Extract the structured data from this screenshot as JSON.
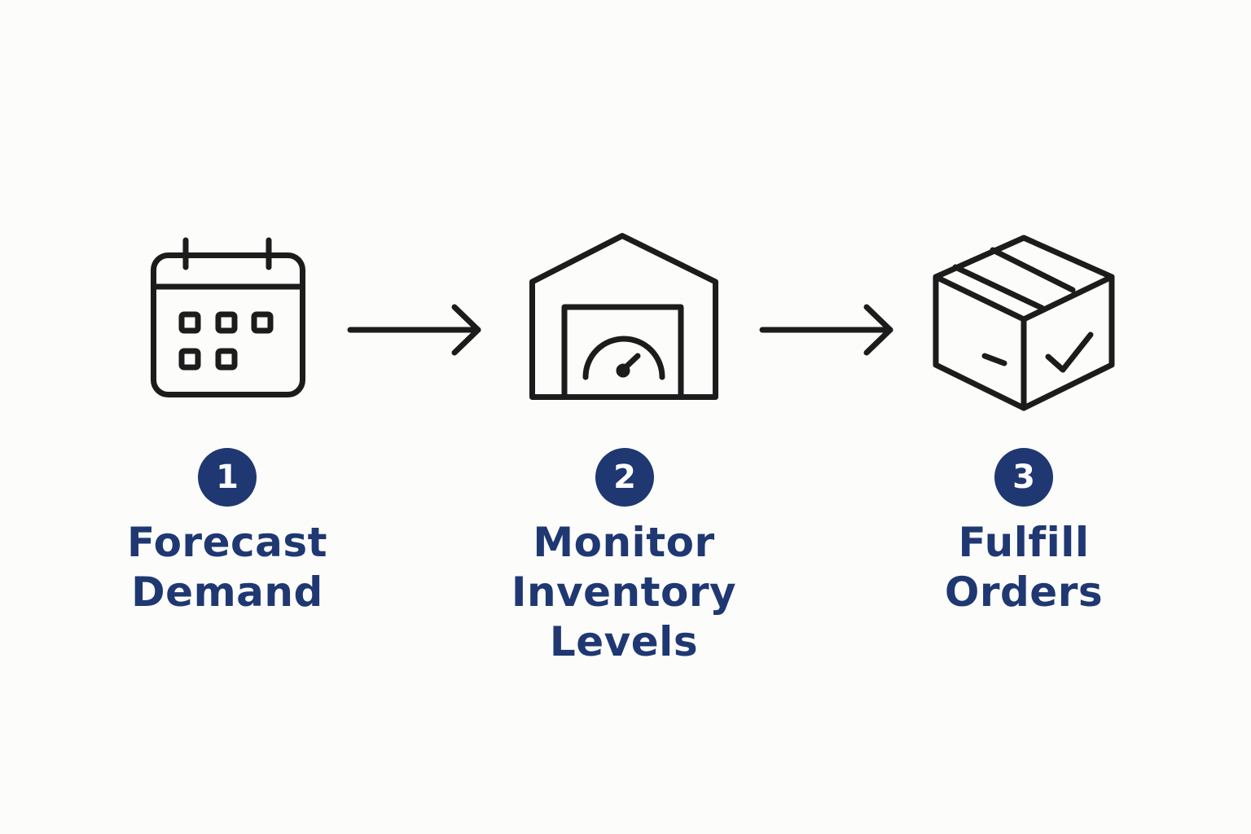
{
  "steps": [
    {
      "number": "1",
      "label_lines": [
        "Forecast",
        "Demand"
      ],
      "icon": "calendar-icon"
    },
    {
      "number": "2",
      "label_lines": [
        "Monitor",
        "Inventory",
        "Levels"
      ],
      "icon": "warehouse-gauge-icon"
    },
    {
      "number": "3",
      "label_lines": [
        "Fulfill",
        "Orders"
      ],
      "icon": "package-check-icon"
    }
  ],
  "connectors": [
    "arrow-right-icon",
    "arrow-right-icon"
  ],
  "colors": {
    "accent": "#1f3872",
    "icon_stroke": "#1c1c1c",
    "background": "#fcfcfa"
  }
}
